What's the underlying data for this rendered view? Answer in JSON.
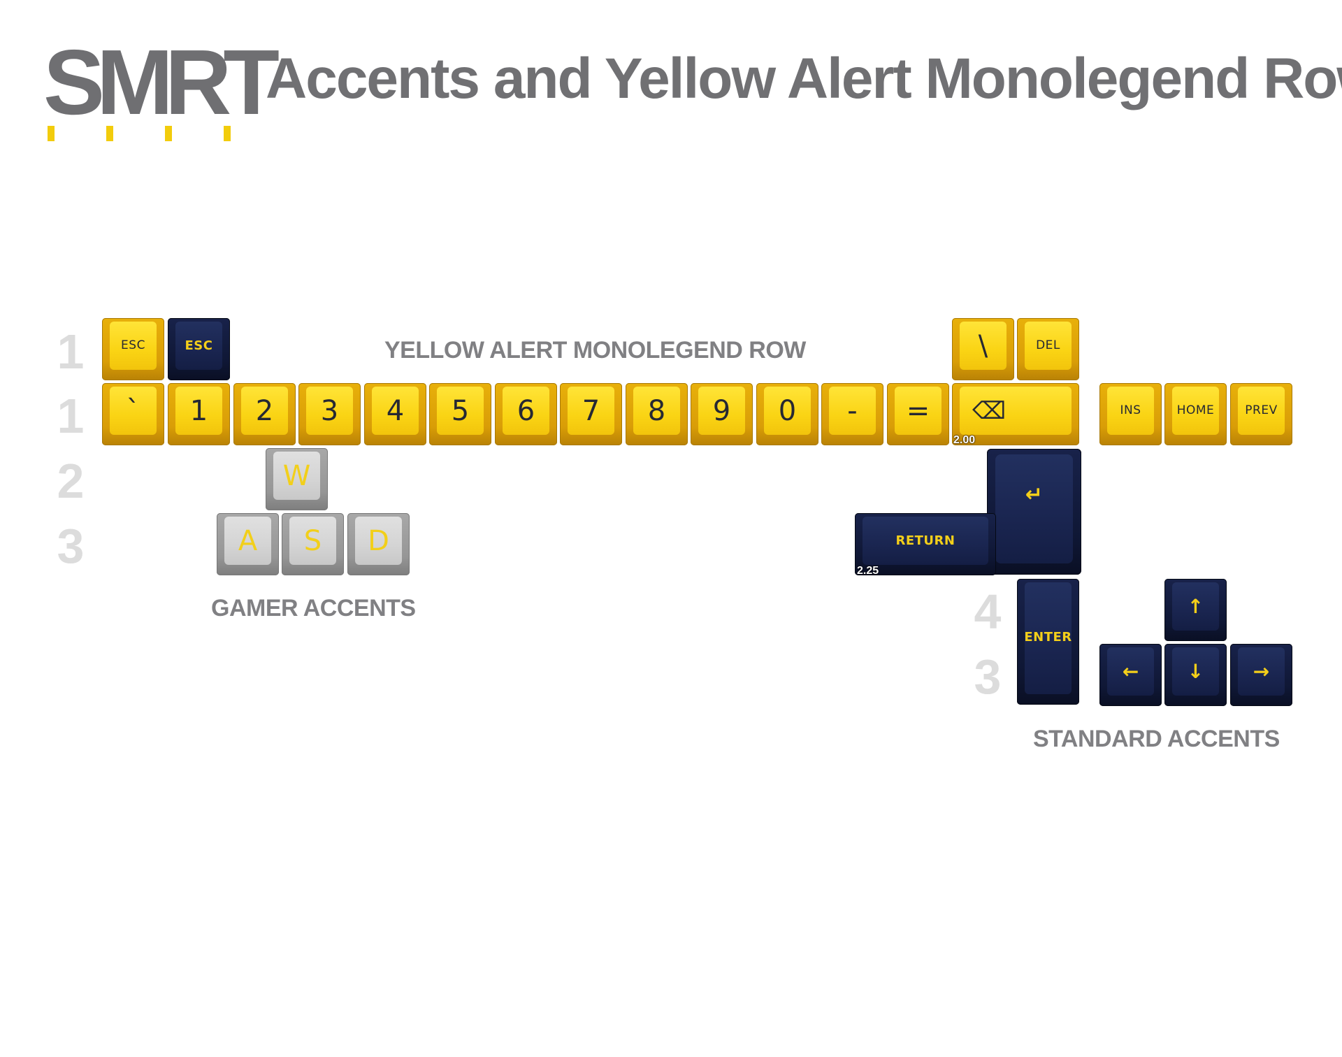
{
  "brand": {
    "logo_text": "SMRT"
  },
  "title": "Accents and Yellow Alert Monolegend Row",
  "row_numbers": {
    "r1a": "1",
    "r1b": "1",
    "r2": "2",
    "r3": "3",
    "r4": "4",
    "r3b": "3"
  },
  "labels": {
    "yellow_row": "YELLOW ALERT MONOLEGEND ROW",
    "gamer": "GAMER ACCENTS",
    "standard": "STANDARD ACCENTS"
  },
  "keys": {
    "esc_yellow": "ESC",
    "esc_navy": "ESC",
    "backslash": "\\",
    "del": "DEL",
    "grave": "`",
    "n1": "1",
    "n2": "2",
    "n3": "3",
    "n4": "4",
    "n5": "5",
    "n6": "6",
    "n7": "7",
    "n8": "8",
    "n9": "9",
    "n0": "0",
    "minus": "-",
    "equals": "=",
    "backspace": "⌫",
    "ins": "INS",
    "home": "HOME",
    "prev": "PREV",
    "w": "W",
    "a": "A",
    "s": "S",
    "d": "D",
    "iso_enter": "↵",
    "return": "RETURN",
    "enter": "ENTER",
    "up": "↑",
    "left": "←",
    "down": "↓",
    "right": "→"
  },
  "size_tags": {
    "backspace": "2.00",
    "return": "2.25"
  },
  "colors": {
    "accent_yellow": "#f8d214",
    "navy": "#1a2550",
    "grey": "#d4d4d4",
    "text_grey": "#707073"
  }
}
